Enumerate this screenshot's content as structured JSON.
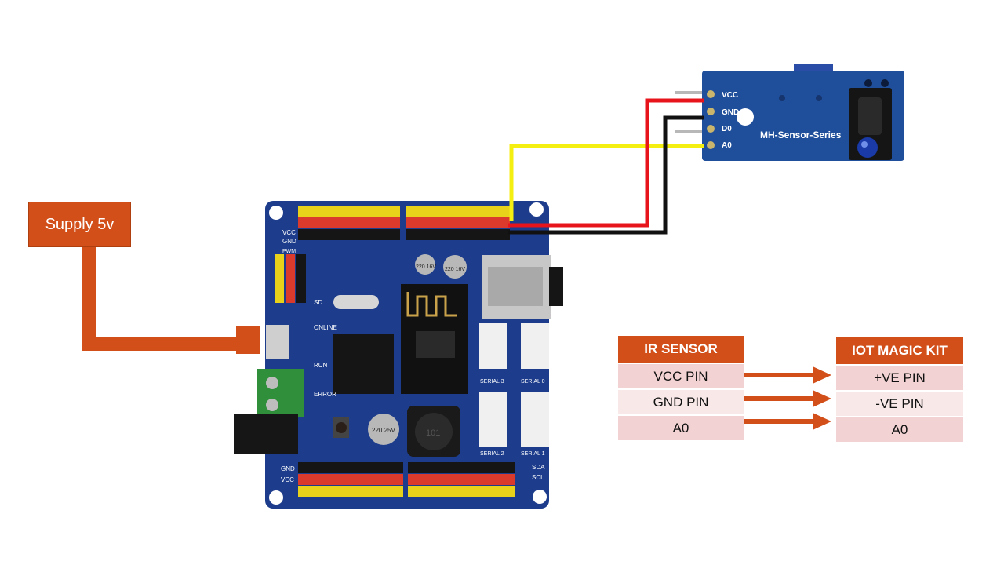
{
  "supply": {
    "label": "Supply 5v"
  },
  "sensor": {
    "pins": [
      "VCC",
      "GND",
      "D0",
      "A0"
    ],
    "model": "MH-Sensor-Series"
  },
  "board": {
    "labels": {
      "gnd_top": "GND",
      "vcc_top": "VCC",
      "pwm": "PWM",
      "gnd_bottom": "GND",
      "vcc_bottom": "VCC",
      "sda": "SDA",
      "scl": "SCL",
      "serial0": "SERIAL 0",
      "serial1": "SERIAL 1",
      "serial2": "SERIAL 2",
      "serial3": "SERIAL 3",
      "online": "ONLINE",
      "run": "RUN",
      "error": "ERROR",
      "sd": "SD",
      "cap1": "220 16V",
      "cap2": "220 16V",
      "cap3": "220 25V",
      "inductor": "101"
    }
  },
  "tables": {
    "ir_sensor": {
      "header": "IR SENSOR",
      "rows": [
        "VCC PIN",
        "GND PIN",
        "A0"
      ]
    },
    "iot_kit": {
      "header": "IOT MAGIC KIT",
      "rows": [
        "+VE PIN",
        "-VE PIN",
        "A0"
      ]
    }
  },
  "colors": {
    "accent": "#d24f19",
    "board": "#1d3d8c",
    "sensor": "#1f4e9a",
    "wire_vcc": "#e8141b",
    "wire_gnd": "#111111",
    "wire_signal": "#f4ee11",
    "header_yellow": "#e8d21a",
    "header_red": "#d93a2b"
  }
}
